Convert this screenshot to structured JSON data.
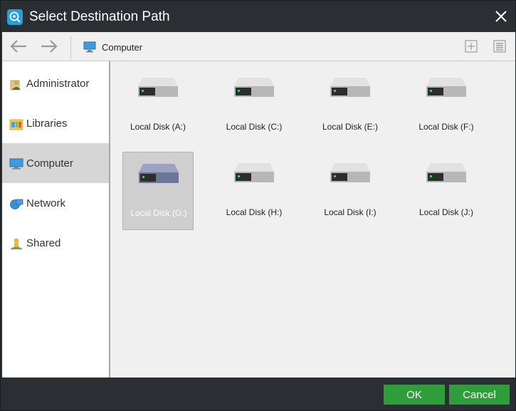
{
  "window": {
    "title": "Select Destination Path"
  },
  "toolbar": {
    "breadcrumb": "Computer"
  },
  "sidebar": {
    "items": [
      {
        "label": "Administrator",
        "icon": "user-icon"
      },
      {
        "label": "Libraries",
        "icon": "libraries-icon"
      },
      {
        "label": "Computer",
        "icon": "computer-icon",
        "active": true
      },
      {
        "label": "Network",
        "icon": "network-icon"
      },
      {
        "label": "Shared",
        "icon": "shared-icon"
      }
    ]
  },
  "disks": [
    {
      "label": "Local Disk (A:)"
    },
    {
      "label": "Local Disk (C:)"
    },
    {
      "label": "Local Disk (E:)"
    },
    {
      "label": "Local Disk (F:)"
    },
    {
      "label": "Local Disk (G:)",
      "selected": true
    },
    {
      "label": "Local Disk (H:)"
    },
    {
      "label": "Local Disk (I:)"
    },
    {
      "label": "Local Disk (J:)"
    }
  ],
  "footer": {
    "ok_label": "OK",
    "cancel_label": "Cancel"
  },
  "colors": {
    "accent": "#2e9d3a",
    "titlebar": "#2b2f33",
    "selection": "#cfcfcf"
  }
}
